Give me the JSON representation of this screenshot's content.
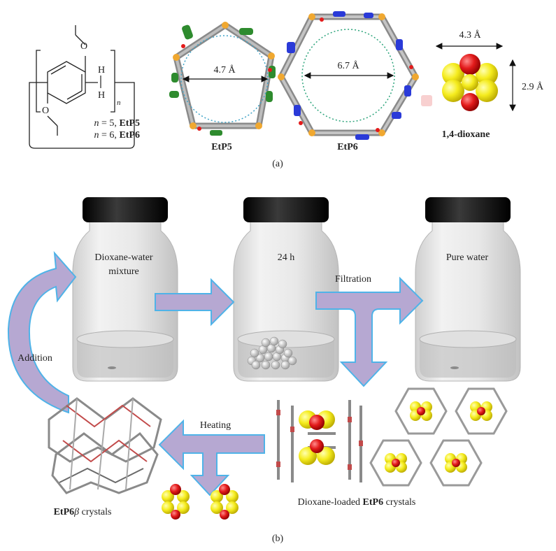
{
  "panel_a": {
    "ring_label": "n",
    "n_label": "n",
    "h1": "H",
    "h2": "H",
    "o1": "O",
    "o2": "O",
    "eq5_pre": "n",
    "eq5_mid": " = 5, ",
    "eq5_name": "EtP5",
    "eq6_pre": "n",
    "eq6_mid": " = 6, ",
    "eq6_name": "EtP6",
    "etp5_label": "EtP5",
    "etp5_dim": "4.7 Å",
    "etp6_label": "EtP6",
    "etp6_dim": "6.7 Å",
    "dioxane_w": "4.3 Å",
    "dioxane_h": "2.9 Å",
    "dioxane_label": "1,4-dioxane",
    "caption": "(a)"
  },
  "panel_b": {
    "bottle1_text_line1": "Dioxane-water",
    "bottle1_text_line2": "mixture",
    "bottle2_text": "24 h",
    "bottle3_text": "Pure water",
    "filtration": "Filtration",
    "addition": "Addition",
    "heating": "Heating",
    "loaded_pre": "Dioxane-loaded ",
    "loaded_bold": "EtP6",
    "loaded_post": " crystals",
    "beta_bold": "EtP6",
    "beta_sym": "β",
    "beta_post": " crystals",
    "caption": "(b)"
  },
  "colors": {
    "arrow_fill": "#b6a8d2",
    "arrow_edge": "#4fb3e8",
    "oxygen": "#e31b1b",
    "carbon_sphere": "#f2ea2a",
    "cap": "#1c1c1c",
    "glass": "#e6e6e6",
    "bond": "#8a8a8a",
    "linker": "#f0a830"
  }
}
